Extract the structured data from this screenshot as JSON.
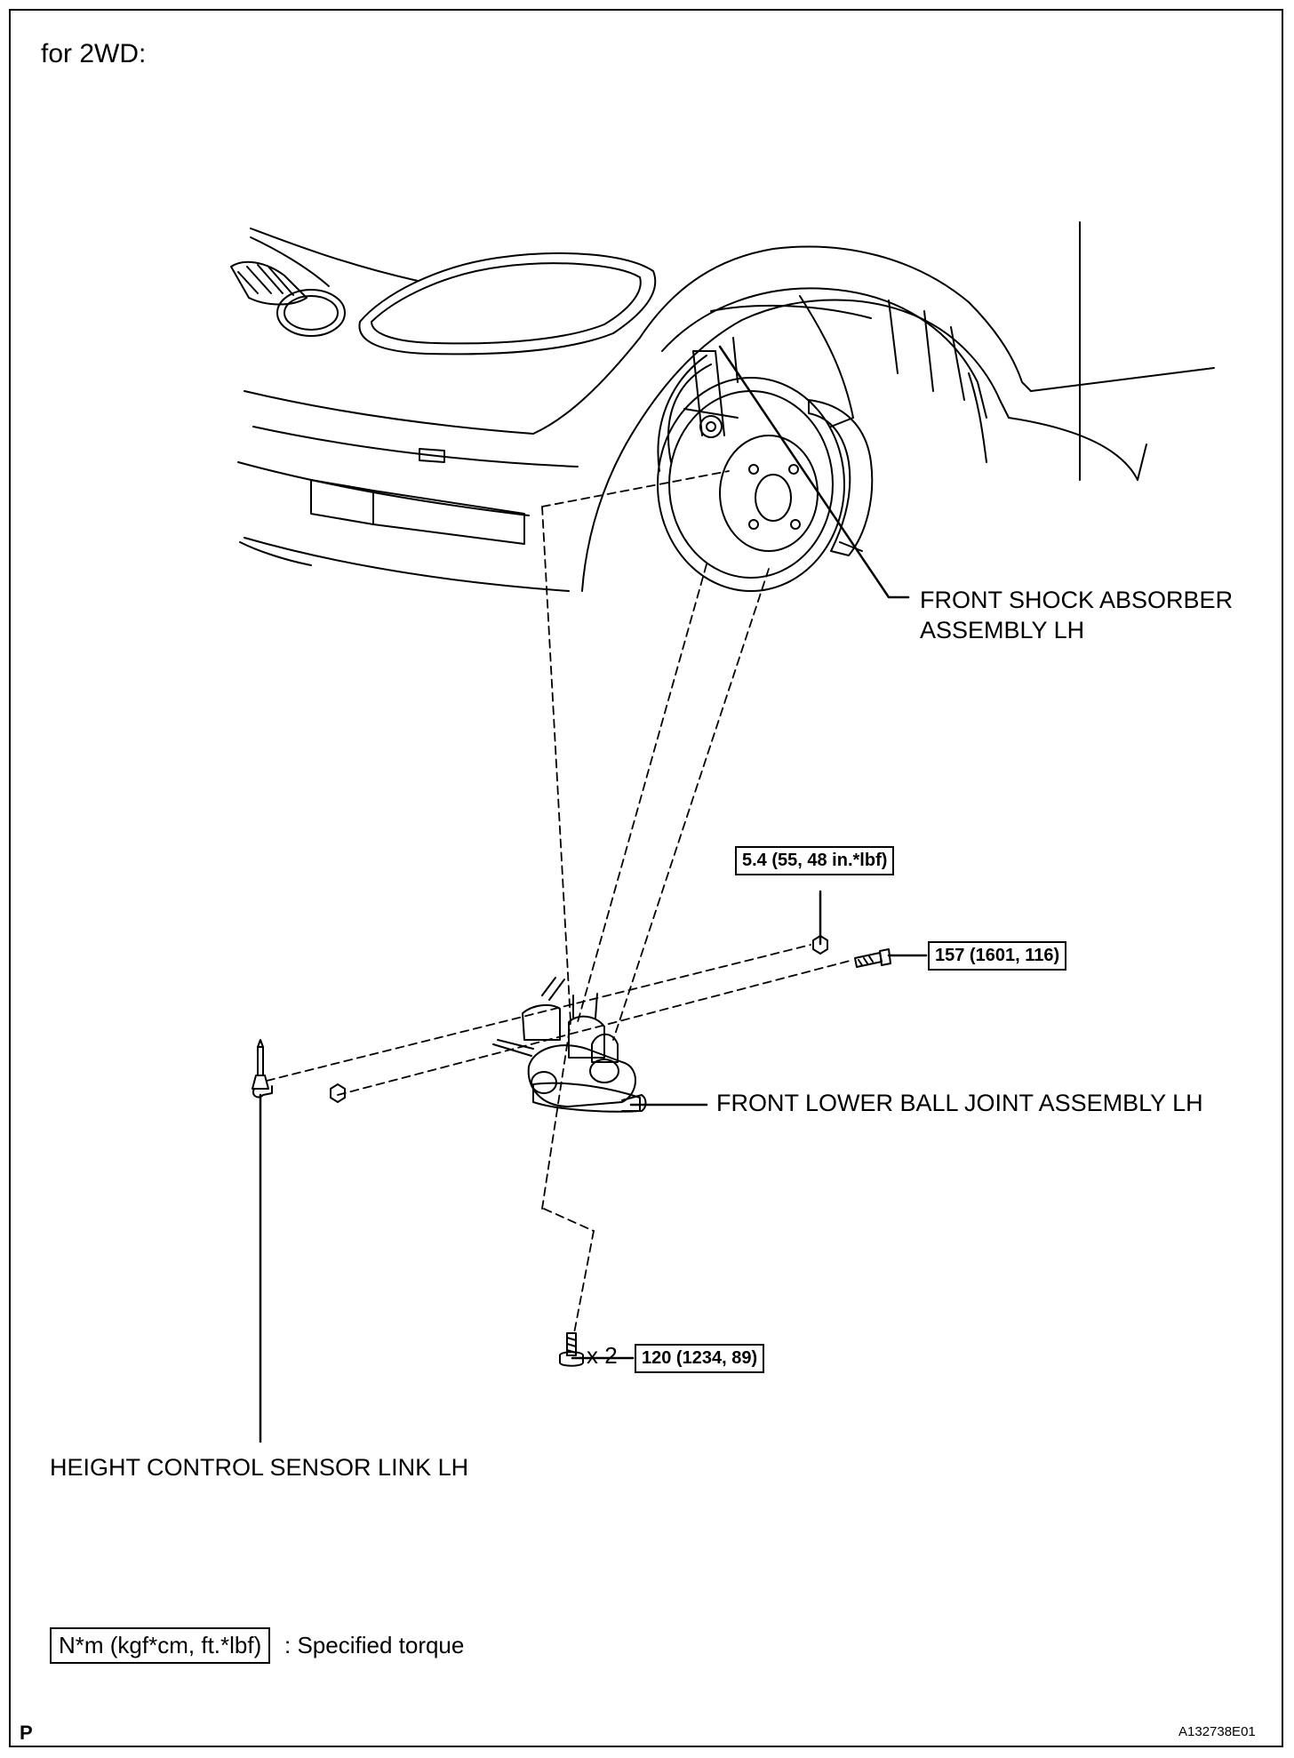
{
  "heading": "for 2WD:",
  "labels": {
    "shock_absorber_line1": "FRONT SHOCK ABSORBER",
    "shock_absorber_line2": "ASSEMBLY LH",
    "ball_joint": "FRONT LOWER BALL JOINT ASSEMBLY LH",
    "height_sensor_link": "HEIGHT CONTROL SENSOR LINK LH",
    "quantity": "x 2"
  },
  "torques": {
    "nut": "5.4 (55, 48 in.*lbf)",
    "through_bolt": "157 (1601, 116)",
    "lower_bolts": "120 (1234, 89)"
  },
  "legend": {
    "unit": "N*m (kgf*cm, ft.*lbf)",
    "description": ": Specified torque"
  },
  "footer": {
    "left_mark": "P",
    "figure_id": "A132738E01"
  }
}
